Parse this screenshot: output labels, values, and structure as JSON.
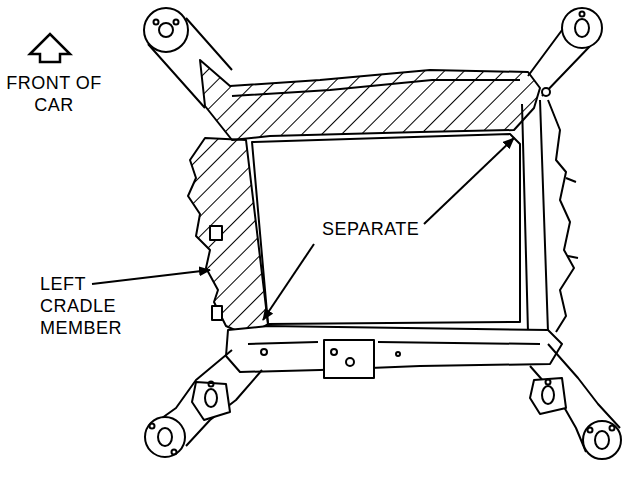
{
  "diagram": {
    "labels": [
      "FRONT OF CAR",
      "SEPARATE",
      "LEFT CRADLE MEMBER"
    ]
  }
}
